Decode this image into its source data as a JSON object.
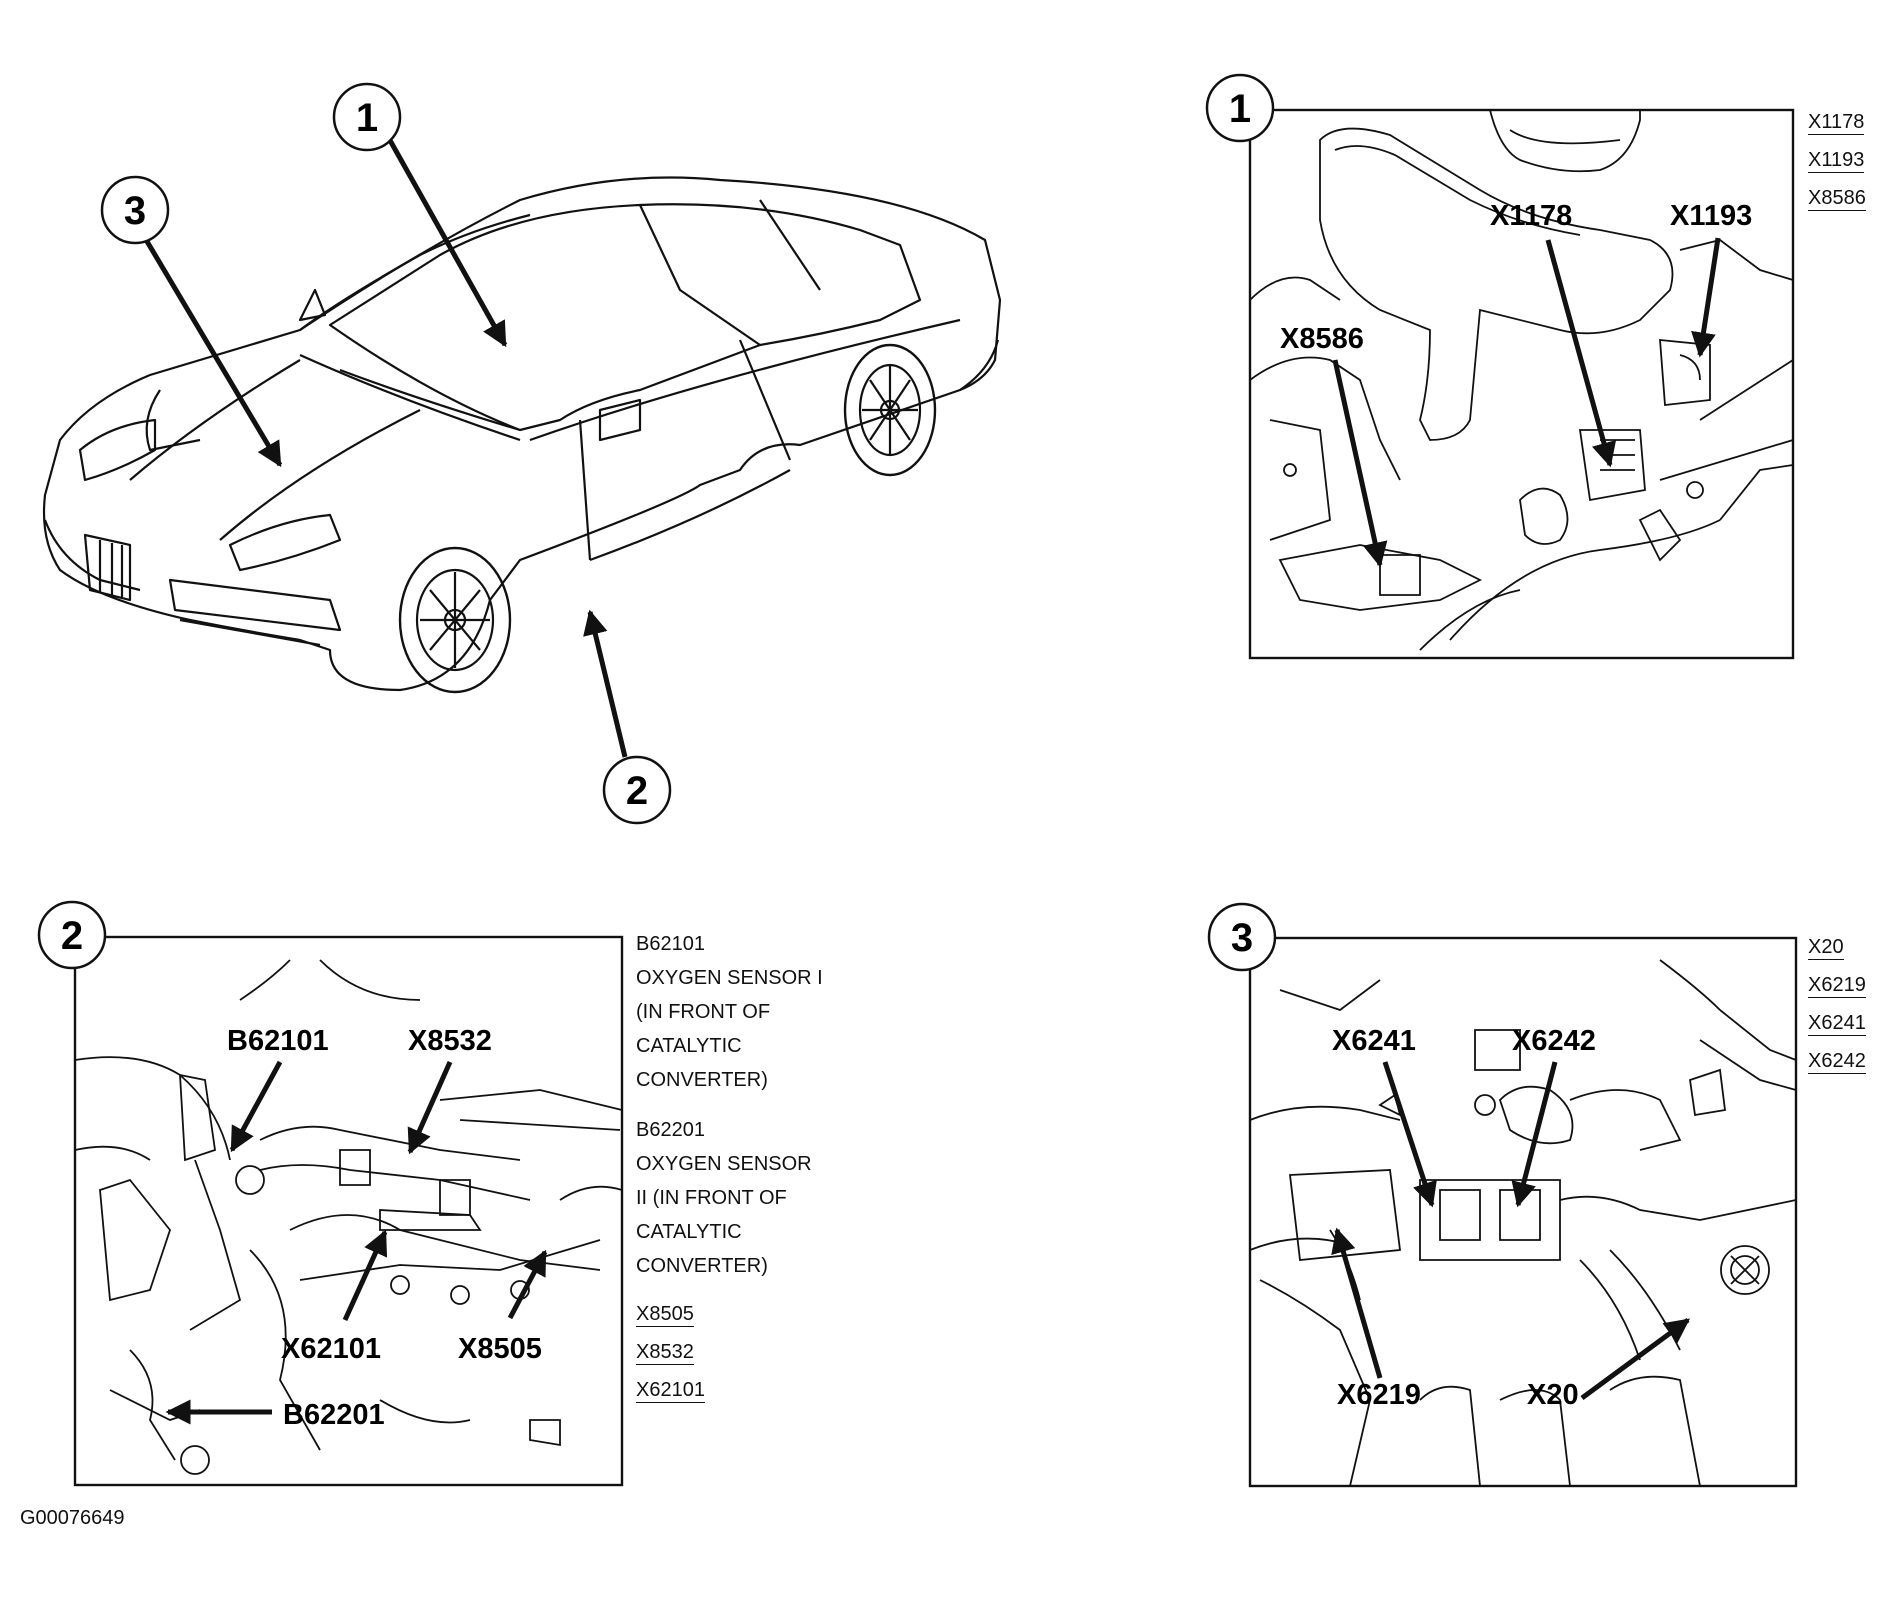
{
  "callouts": {
    "car": [
      "1",
      "2",
      "3"
    ],
    "panel1": "1",
    "panel2": "2",
    "panel3": "3"
  },
  "panel1": {
    "labels": [
      "X1178",
      "X1193",
      "X8586"
    ],
    "legend": [
      "X1178",
      "X1193",
      "X8586"
    ]
  },
  "panel2": {
    "labels": [
      "B62101",
      "X8532",
      "X62101",
      "X8505",
      "B62201"
    ],
    "legend_desc": [
      "B62101",
      "OXYGEN SENSOR I",
      "(IN FRONT OF",
      "CATALYTIC",
      "CONVERTER)",
      "B62201",
      "OXYGEN SENSOR",
      "II (IN FRONT OF",
      "CATALYTIC",
      "CONVERTER)"
    ],
    "legend": [
      "X8505",
      "X8532",
      "X62101"
    ]
  },
  "panel3": {
    "labels": [
      "X6241",
      "X6242",
      "X6219",
      "X20"
    ],
    "legend": [
      "X20",
      "X6219",
      "X6241",
      "X6242"
    ]
  },
  "figure_id": "G00076649"
}
